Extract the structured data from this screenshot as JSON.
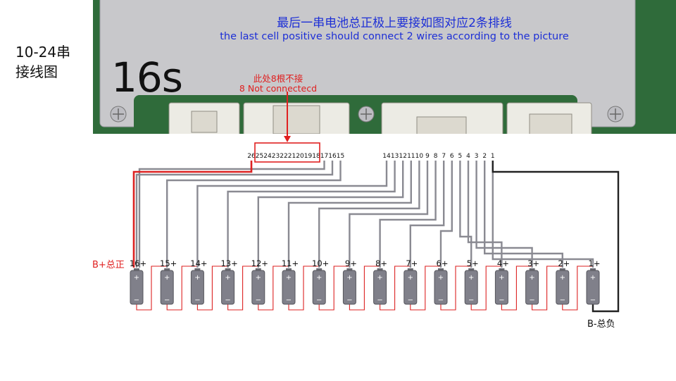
{
  "side_title": "10-24串\n接线图",
  "model_label": "16s",
  "top_note": {
    "chinese": "最后一串电池总正极上要接如图对应2条排线",
    "english": "the last cell positive should connect 2 wires according to the picture"
  },
  "not_connected_note": {
    "chinese": "此处8根不接",
    "english": "8 Not connectecd"
  },
  "pin_labels_left": [
    "26",
    "25",
    "24",
    "23",
    "22",
    "21",
    "20",
    "19",
    "18",
    "17",
    "16",
    "15"
  ],
  "pin_labels_right": [
    "14",
    "13",
    "12",
    "11",
    "10",
    "9",
    "8",
    "7",
    "6",
    "5",
    "4",
    "3",
    "2",
    "1"
  ],
  "cells": [
    "16+",
    "15+",
    "14+",
    "13+",
    "12+",
    "11+",
    "10+",
    "9+",
    "8+",
    "7+",
    "6+",
    "5+",
    "4+",
    "3+",
    "2+",
    "1+"
  ],
  "cell_plus_symbol": "+",
  "cell_minus_symbol": "−",
  "b_plus_label": "B+总正",
  "b_minus_label": "B-总负",
  "colors": {
    "board": "#c8c8cb",
    "pcb": "#2f6b3a",
    "wire_gray": "#8a8a92",
    "wire_red": "#d22",
    "wire_black": "#222",
    "note_blue": "#1d2fd6",
    "note_red": "#e02020"
  }
}
